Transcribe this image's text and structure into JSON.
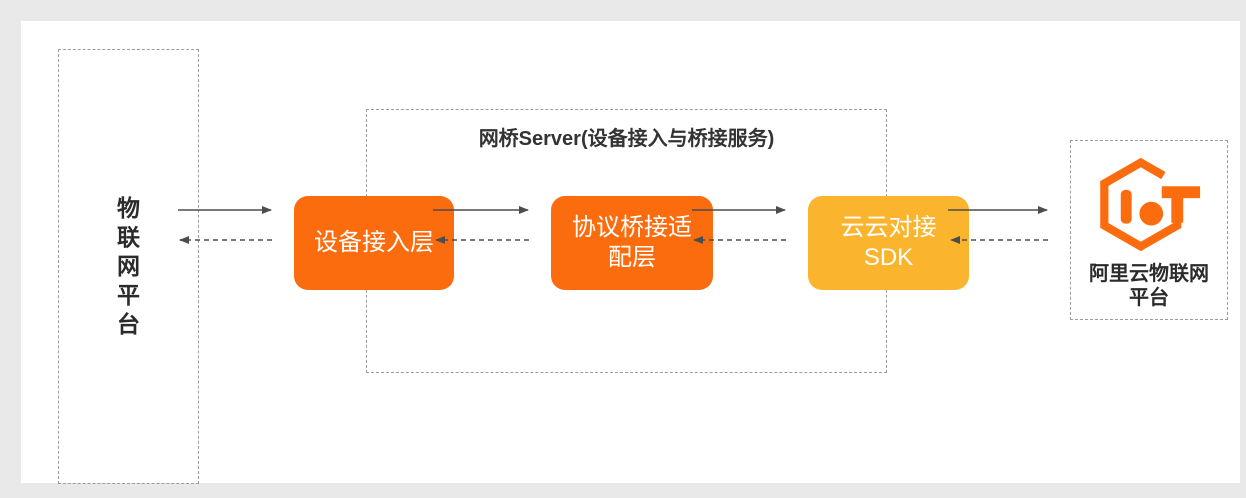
{
  "diagram": {
    "left_platform": {
      "label": "物联网平台"
    },
    "bridge_server": {
      "title": "网桥Server(设备接入与桥接服务)",
      "nodes": [
        {
          "label": "设备接入层"
        },
        {
          "label": "协议桥接适\n配层"
        },
        {
          "label": "云云对接\nSDK"
        }
      ]
    },
    "cloud_platform": {
      "icon": "aliyun-iot-logo",
      "label": "阿里云物联网\n平台"
    },
    "colors": {
      "brand_orange": "#FB6C0F",
      "node_gold": "#FBB42E",
      "arrow_gray": "#4D4D4D",
      "dashed_border_gray": "#9C9C9C",
      "text_dark": "#333333",
      "canvas_white": "#FFFFFF",
      "page_background": "#E9E9E9"
    }
  }
}
